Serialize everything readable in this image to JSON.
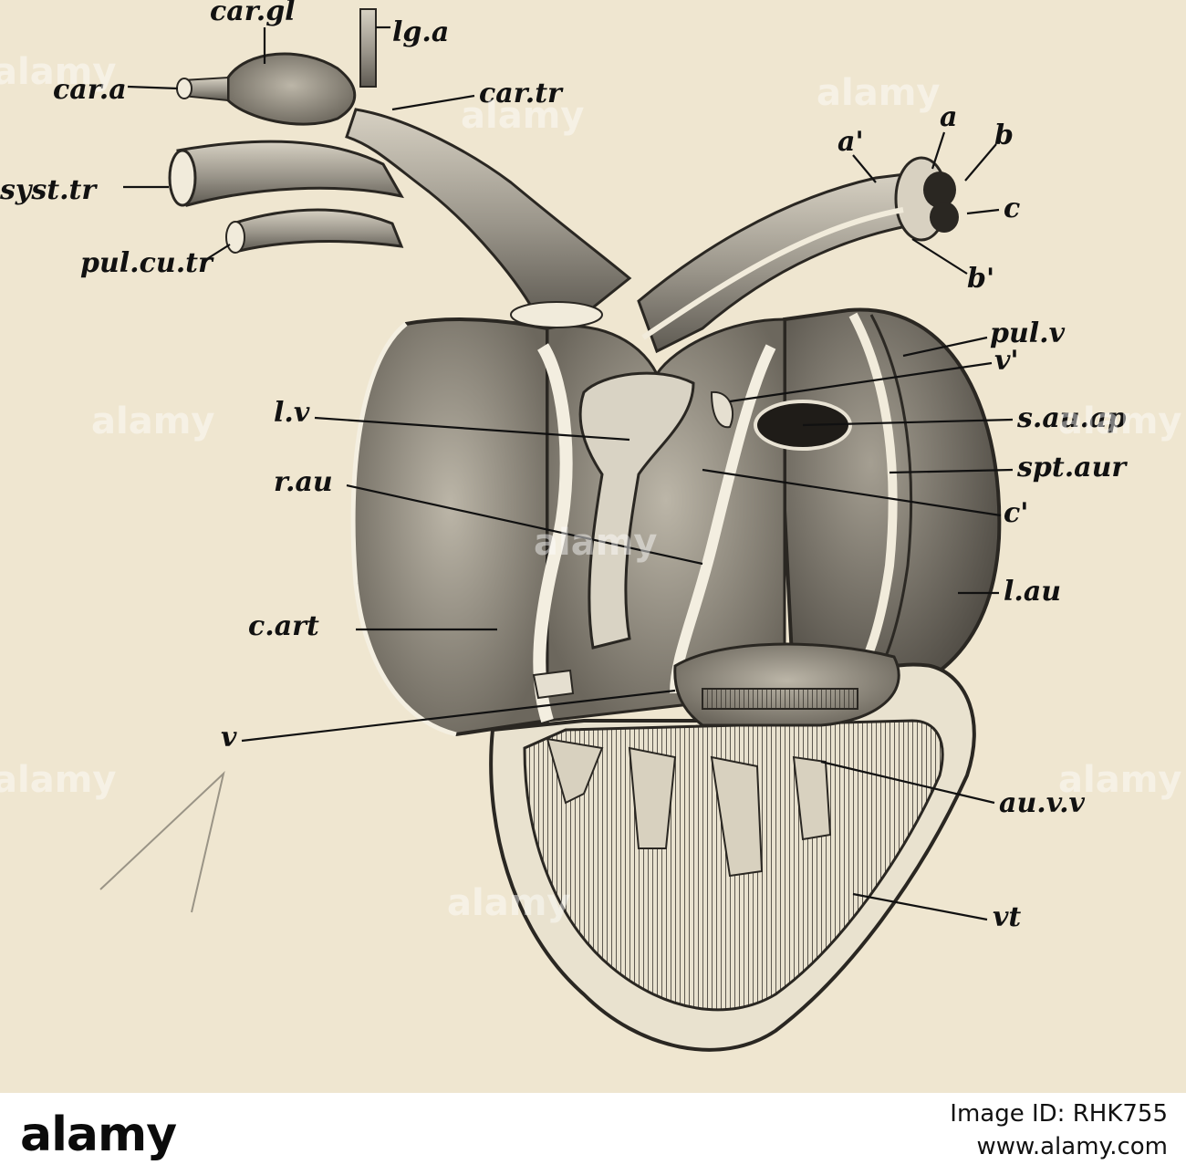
{
  "labels": {
    "car_gl": "car.gl",
    "lg_a": "lg.a",
    "car_a": "car.a",
    "car_tr": "car.tr",
    "syst_tr": "syst.tr",
    "pul_cu_tr": "pul.cu.tr",
    "a": "a",
    "a_prime": "a'",
    "b": "b",
    "c": "c",
    "b_prime": "b'",
    "pul_v": "pul.v",
    "v_prime": "v'",
    "s_au_ap": "s.au.ap",
    "spt_aur": "spt.aur",
    "c_prime": "c'",
    "l_au": "l.au",
    "l_v": "l.v",
    "r_au": "r.au",
    "c_art": "c.art",
    "v": "v",
    "au_v_v": "au.v.v",
    "vt": "vt"
  },
  "watermark": "alamy",
  "footer": {
    "logo": "alamy",
    "image_id": "Image ID: RHK755",
    "url": "www.alamy.com"
  }
}
